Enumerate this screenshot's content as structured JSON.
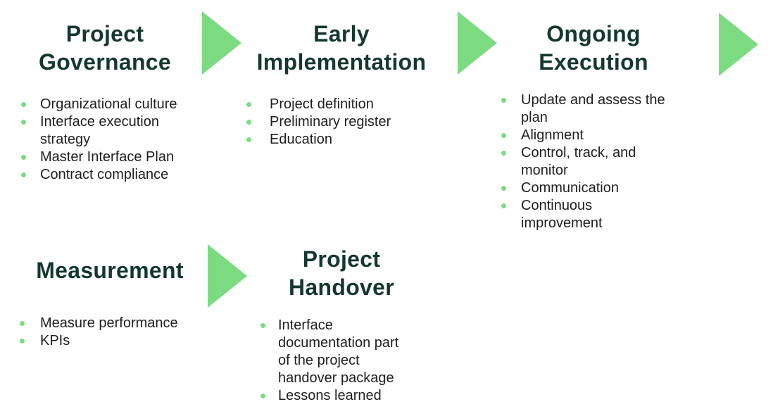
{
  "colors": {
    "title_text": "#14382f",
    "body_text": "#1e1e1e",
    "accent_green": "#7cdb81",
    "background": "#ffffff"
  },
  "icons": {
    "flow_arrow": "right-triangle-arrow",
    "bullet": "green-dot"
  },
  "stages": [
    {
      "title": "Project Governance",
      "title_lines": [
        "Project",
        "Governance"
      ],
      "bullets": [
        "Organizational culture",
        "Interface execution strategy",
        "Master Interface Plan",
        "Contract compliance"
      ]
    },
    {
      "title": "Early Implementation",
      "title_lines": [
        "Early",
        "Implementation"
      ],
      "bullets": [
        "Project definition",
        "Preliminary register",
        "Education"
      ]
    },
    {
      "title": "Ongoing Execution",
      "title_lines": [
        "Ongoing",
        "Execution"
      ],
      "bullets": [
        "Update and assess the plan",
        "Alignment",
        "Control, track, and monitor",
        "Communication",
        "Continuous improvement"
      ]
    },
    {
      "title": "Measurement",
      "title_lines": [
        "Measurement"
      ],
      "bullets": [
        "Measure performance",
        "KPIs"
      ]
    },
    {
      "title": "Project Handover",
      "title_lines": [
        "Project",
        "Handover"
      ],
      "bullets": [
        "Interface documentation part of the project handover package",
        "Lessons learned"
      ]
    }
  ]
}
